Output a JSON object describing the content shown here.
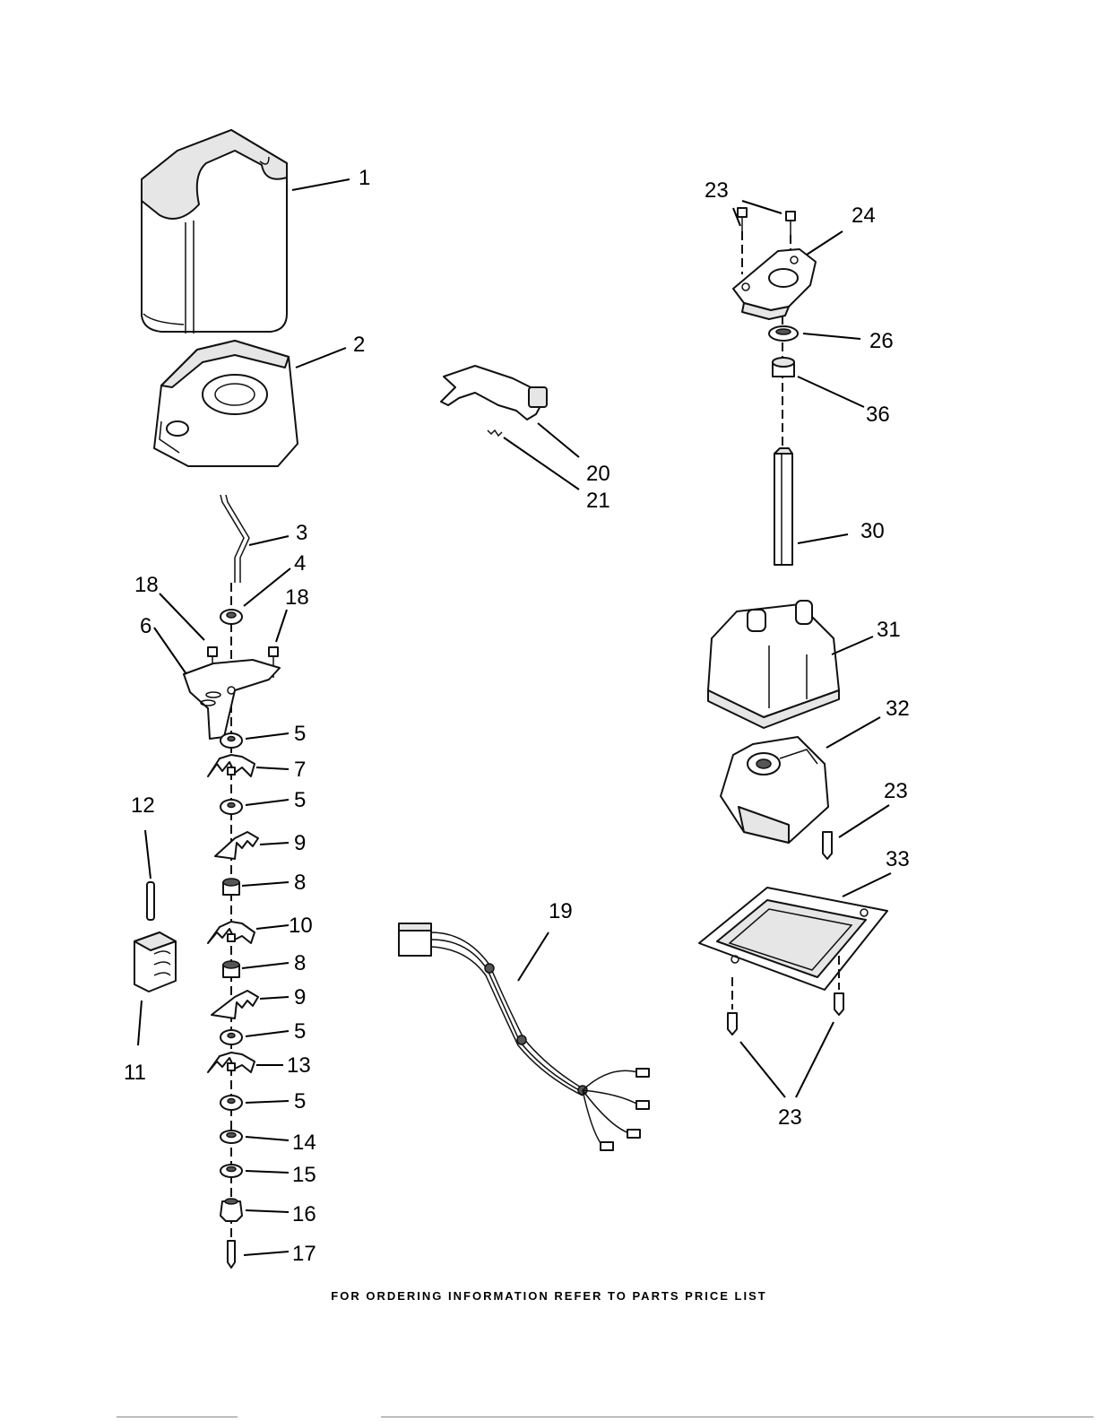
{
  "footer": {
    "text": "FOR ORDERING INFORMATION REFER TO PARTS PRICE LIST"
  },
  "callouts": [
    {
      "id": "c1",
      "label": "1"
    },
    {
      "id": "c2",
      "label": "2"
    },
    {
      "id": "c3",
      "label": "3"
    },
    {
      "id": "c4",
      "label": "4"
    },
    {
      "id": "c18a",
      "label": "18"
    },
    {
      "id": "c18b",
      "label": "18"
    },
    {
      "id": "c6",
      "label": "6"
    },
    {
      "id": "c5a",
      "label": "5"
    },
    {
      "id": "c7",
      "label": "7"
    },
    {
      "id": "c5b",
      "label": "5"
    },
    {
      "id": "c12",
      "label": "12"
    },
    {
      "id": "c9a",
      "label": "9"
    },
    {
      "id": "c8a",
      "label": "8"
    },
    {
      "id": "c10",
      "label": "10"
    },
    {
      "id": "c8b",
      "label": "8"
    },
    {
      "id": "c9b",
      "label": "9"
    },
    {
      "id": "c11",
      "label": "11"
    },
    {
      "id": "c5c",
      "label": "5"
    },
    {
      "id": "c13",
      "label": "13"
    },
    {
      "id": "c5d",
      "label": "5"
    },
    {
      "id": "c14",
      "label": "14"
    },
    {
      "id": "c15",
      "label": "15"
    },
    {
      "id": "c16",
      "label": "16"
    },
    {
      "id": "c17",
      "label": "17"
    },
    {
      "id": "c20",
      "label": "20"
    },
    {
      "id": "c21",
      "label": "21"
    },
    {
      "id": "c19",
      "label": "19"
    },
    {
      "id": "c23a",
      "label": "23"
    },
    {
      "id": "c24",
      "label": "24"
    },
    {
      "id": "c26",
      "label": "26"
    },
    {
      "id": "c36",
      "label": "36"
    },
    {
      "id": "c30",
      "label": "30"
    },
    {
      "id": "c31",
      "label": "31"
    },
    {
      "id": "c32",
      "label": "32"
    },
    {
      "id": "c23b",
      "label": "23"
    },
    {
      "id": "c33",
      "label": "33"
    },
    {
      "id": "c23c",
      "label": "23"
    }
  ]
}
